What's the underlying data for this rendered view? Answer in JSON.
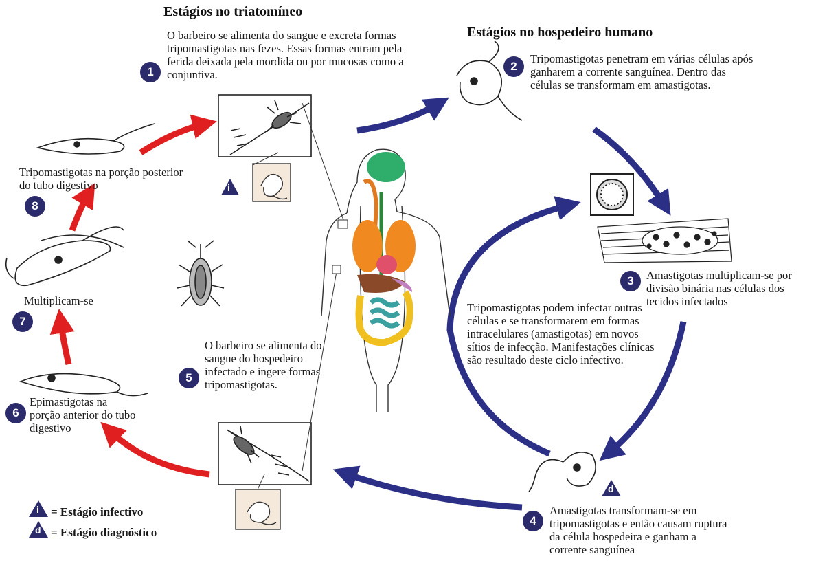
{
  "headers": {
    "triatomine": "Estágios no triatomíneo",
    "human": "Estágios no hospedeiro humano"
  },
  "steps": [
    {
      "num": "1",
      "text": "O barbeiro se alimenta do sangue e excreta formas tripomastigotas nas fezes. Essas formas entram pela ferida deixada pela mordida ou por mucosas como a conjuntiva."
    },
    {
      "num": "2",
      "text": "Tripomastigotas penetram em várias células após ganharem a corrente sanguínea. Dentro das células se transformam em amastigotas."
    },
    {
      "num": "3",
      "text": "Amastigotas multiplicam-se por divisão binária nas células dos tecidos infectados"
    },
    {
      "num": "4",
      "text": "Amastigotas transformam-se em tripomastigotas e então causam ruptura da célula hospedeira e ganham a corrente sanguínea"
    },
    {
      "num": "5",
      "text": "O barbeiro se alimenta do sangue do hospedeiro infectado e ingere formas tripomastigotas."
    },
    {
      "num": "6",
      "text": "Epimastigotas na porção anterior do tubo digestivo"
    },
    {
      "num": "7",
      "text": "Multiplicam-se"
    },
    {
      "num": "8",
      "text": "Tripomastigotas na porção posterior do tubo digestivo"
    }
  ],
  "center_note": "Tripomastigotas podem infectar outras células e se transformarem em formas intracelulares (amastigotas) em novos sítios de infecção. Manifestações clínicas são resultado deste ciclo infectivo.",
  "markers": {
    "infective": "i",
    "diagnostic": "d"
  },
  "legend": {
    "infective": "= Estágio infectivo",
    "diagnostic": "= Estágio diagnóstico"
  },
  "colors": {
    "badge": "#2b2a6b",
    "arrow_red": "#e02020",
    "arrow_blue": "#2b2f86"
  }
}
